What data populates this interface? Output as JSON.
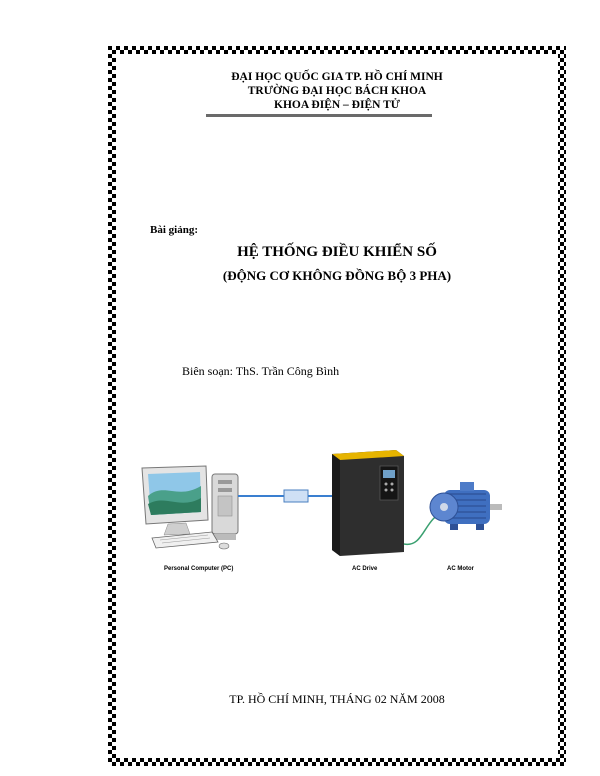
{
  "header": {
    "line1": "ĐẠI HỌC QUỐC GIA TP. HỒ CHÍ MINH",
    "line2": "TRƯỜNG ĐẠI HỌC BÁCH KHOA",
    "line3": "KHOA ĐIỆN – ĐIỆN TỬ"
  },
  "lecture_label": "Bài giảng:",
  "title": "HỆ THỐNG ĐIỀU KHIỂN SỐ",
  "subtitle": "(ĐỘNG CƠ KHÔNG ĐỒNG BỘ 3 PHA)",
  "author": "Biên soạn: ThS. Trần Công Bình",
  "illustration": {
    "pc_caption": "Personal Computer (PC)",
    "drive_caption": "AC Drive",
    "motor_caption": "AC Motor"
  },
  "footer": "TP. HỒ CHÍ MINH, THÁNG 02 NĂM 2008",
  "colors": {
    "border": "#000000",
    "rule": "#6a6a6a",
    "cable": "#3a7fd0",
    "drive_body": "#2e2e2e",
    "drive_top": "#e6b400",
    "motor": "#3f6fc0"
  }
}
